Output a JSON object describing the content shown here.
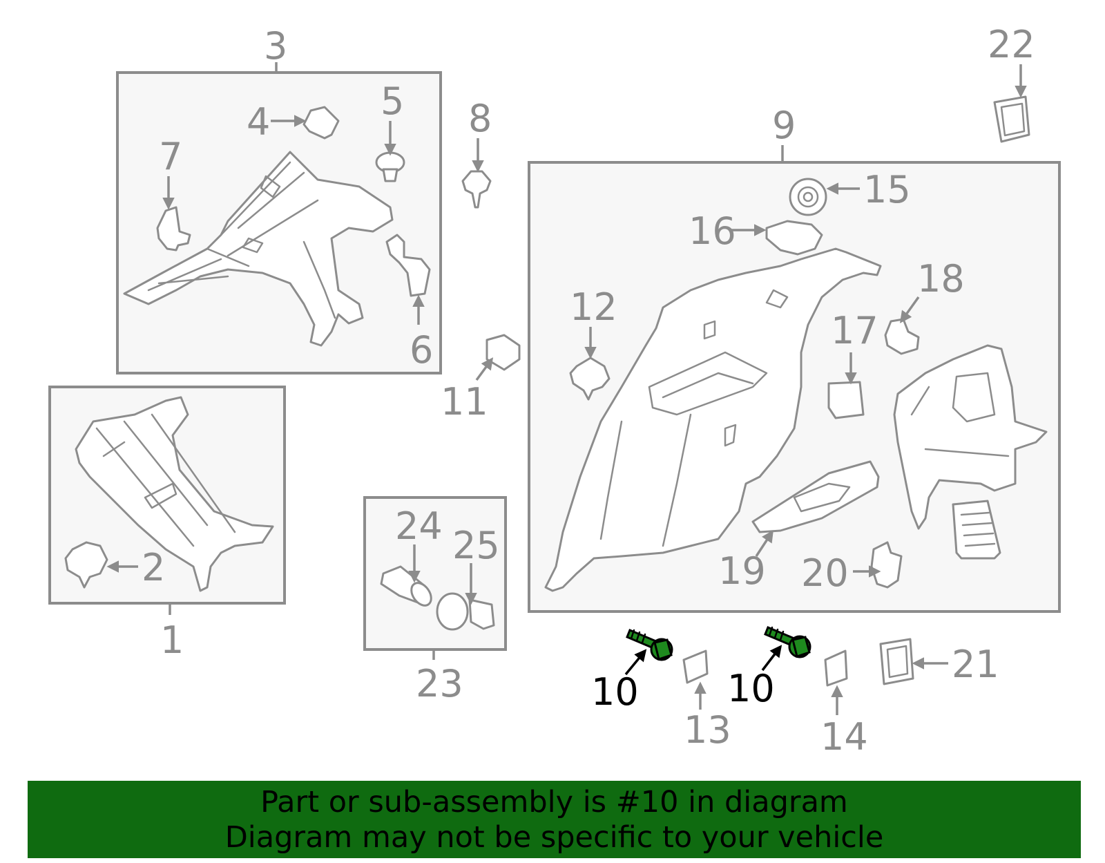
{
  "diagram": {
    "callouts": {
      "c1": "1",
      "c2": "2",
      "c3": "3",
      "c4": "4",
      "c5": "5",
      "c6": "6",
      "c7": "7",
      "c8": "8",
      "c9": "9",
      "c10a": "10",
      "c10b": "10",
      "c11": "11",
      "c12": "12",
      "c13": "13",
      "c14": "14",
      "c15": "15",
      "c16": "16",
      "c17": "17",
      "c18": "18",
      "c19": "19",
      "c20": "20",
      "c21": "21",
      "c22": "22",
      "c23": "23",
      "c24": "24",
      "c25": "25"
    },
    "highlighted_part": "10",
    "highlight_color": "#1e8a1e",
    "line_color": "#8c8c8c"
  },
  "banner": {
    "line1": "Part or sub-assembly is #10 in diagram",
    "line2": "Diagram may not be specific to your vehicle",
    "background": "#0f6b10"
  }
}
